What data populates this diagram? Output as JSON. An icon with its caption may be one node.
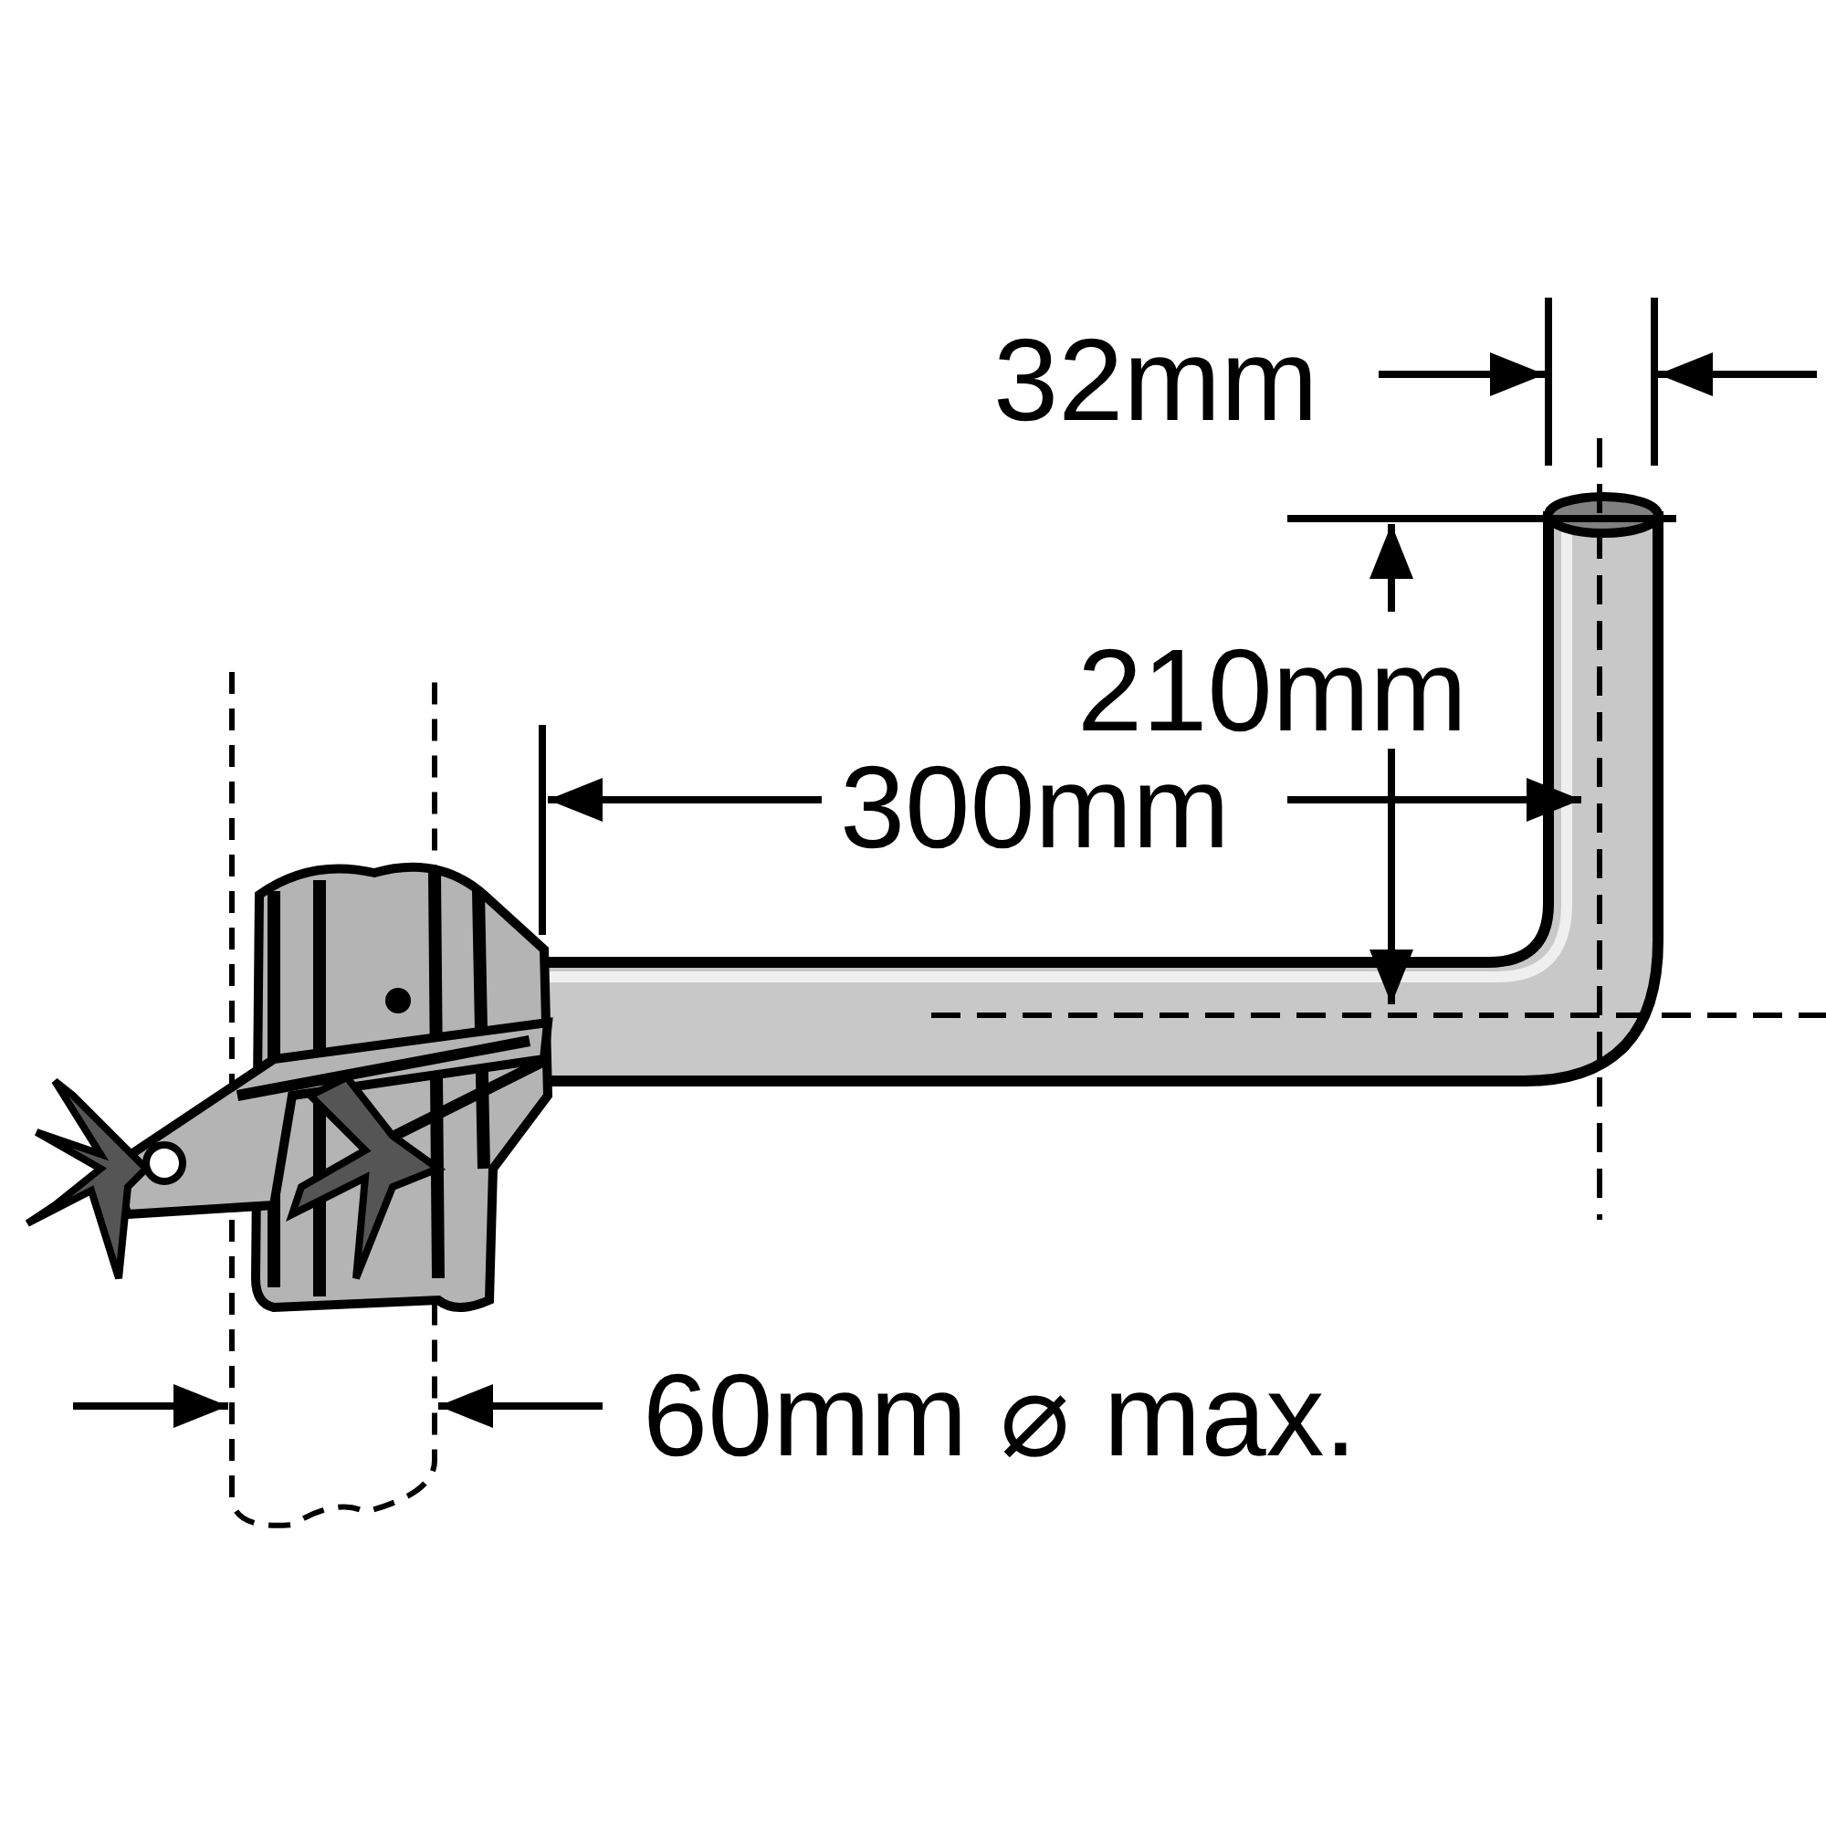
{
  "diagram": {
    "labels": [
      "32mm",
      "210mm",
      "300mm",
      "60mm ⌀ max."
    ]
  }
}
